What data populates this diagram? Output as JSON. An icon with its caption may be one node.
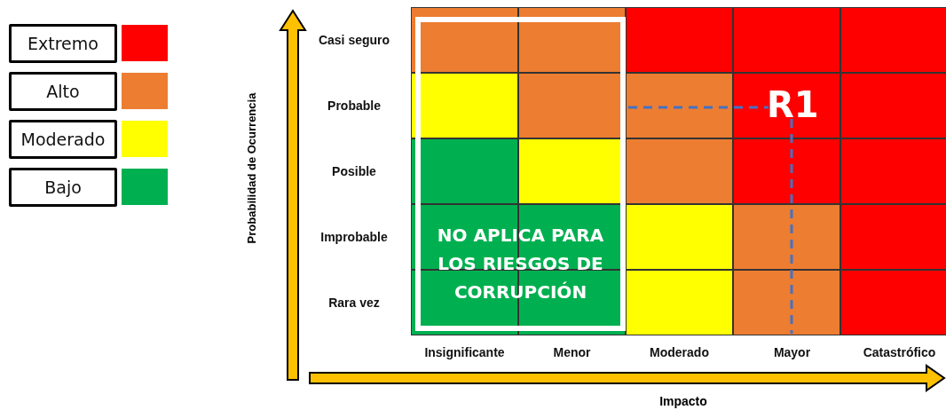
{
  "diagram": {
    "nodes": [
      {
        "text": [
          "NO APLICA PARA LOS RIESGOS DE CORRUPCIÓN"
        ]
      }
    ],
    "labels": [
      "Probabilidad de Ocurrencia",
      "Casi seguro",
      "Probable",
      "R1",
      "Posible",
      "Improbable",
      "Rara vez",
      "Insignificante",
      "Menor",
      "Moderado",
      "Mayor",
      "Catastrófico",
      "Impacto"
    ],
    "legend": [
      {
        "text": "Extremo",
        "color": "#ff0000"
      },
      {
        "text": "Alto",
        "color": "#ed7d31"
      },
      {
        "text": "Moderado",
        "color": "#ffff00"
      },
      {
        "text": "Bajo",
        "color": "#00b050"
      }
    ]
  }
}
